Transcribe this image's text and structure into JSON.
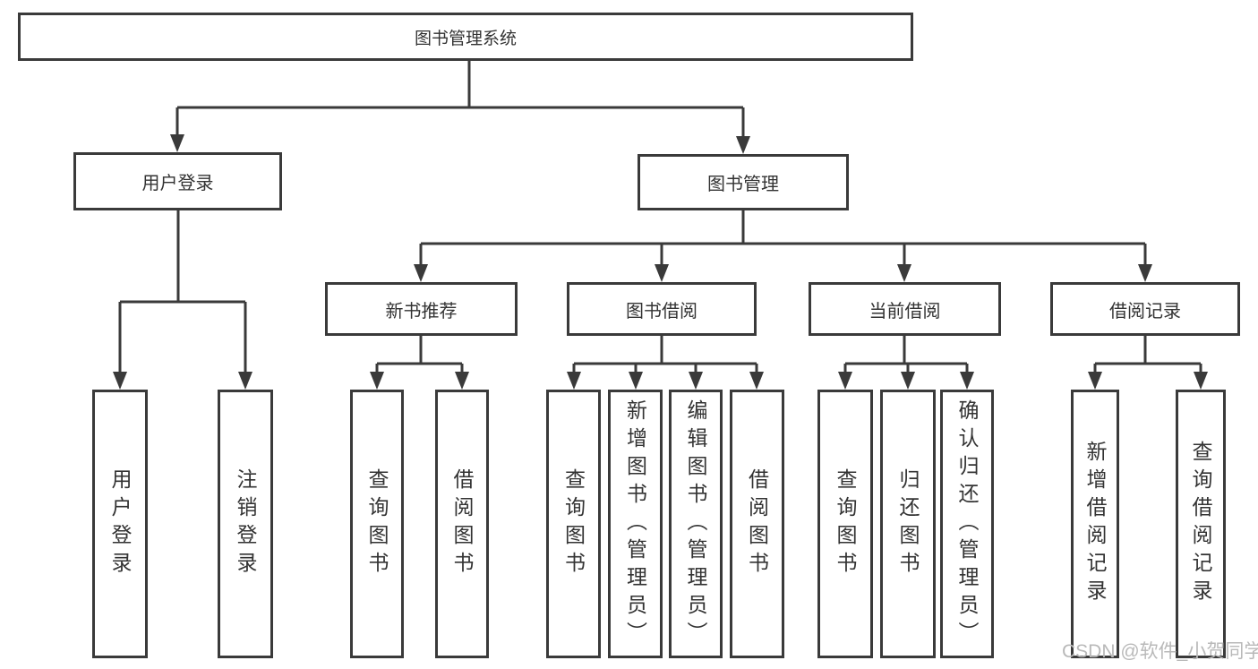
{
  "page": {
    "background_color": "#ffffff",
    "line_color": "#3a3a3a",
    "text_color": "#333333"
  },
  "tree": {
    "root": "图书管理系统",
    "branches": [
      {
        "label": "用户登录",
        "children": [
          "用户登录",
          "注销登录"
        ]
      },
      {
        "label": "图书管理",
        "sections": [
          {
            "label": "新书推荐",
            "children": [
              "查询图书",
              "借阅图书"
            ]
          },
          {
            "label": "图书借阅",
            "children": [
              "查询图书",
              "新增图书（管理员）",
              "编辑图书（管理员）",
              "借阅图书"
            ]
          },
          {
            "label": "当前借阅",
            "children": [
              "查询图书",
              "归还图书",
              "确认归还（管理员）"
            ]
          },
          {
            "label": "借阅记录",
            "children": [
              "新增借阅记录",
              "查询借阅记录"
            ]
          }
        ]
      }
    ]
  },
  "watermark": {
    "text": "CSDN @软件_小贺同学",
    "color": "#b9b9b9"
  }
}
